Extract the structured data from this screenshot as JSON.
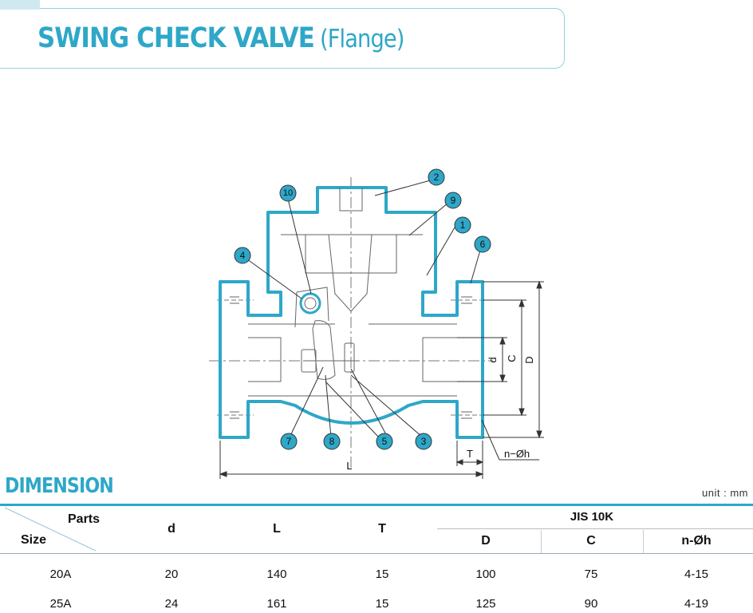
{
  "title": {
    "main": "SWING CHECK VALVE",
    "sub": "(Flange)"
  },
  "accent_color": "#2ea7c8",
  "drawing": {
    "callouts": [
      "1",
      "2",
      "3",
      "4",
      "5",
      "6",
      "7",
      "8",
      "9",
      "10"
    ],
    "dimension_labels": {
      "d": "d",
      "C": "C",
      "D": "D",
      "L": "L",
      "T": "T",
      "nh": "n−Øh"
    }
  },
  "dimension": {
    "heading": "DIMENSION",
    "unit": "unit : mm",
    "header": {
      "parts": "Parts",
      "size": "Size",
      "d": "d",
      "L": "L",
      "T": "T",
      "jis": "JIS 10K",
      "D": "D",
      "C": "C",
      "nh": "n-Øh"
    },
    "rows": [
      {
        "size": "20A",
        "d": "20",
        "L": "140",
        "T": "15",
        "D": "100",
        "C": "75",
        "nh": "4-15"
      },
      {
        "size": "25A",
        "d": "24",
        "L": "161",
        "T": "15",
        "D": "125",
        "C": "90",
        "nh": "4-19"
      }
    ]
  }
}
